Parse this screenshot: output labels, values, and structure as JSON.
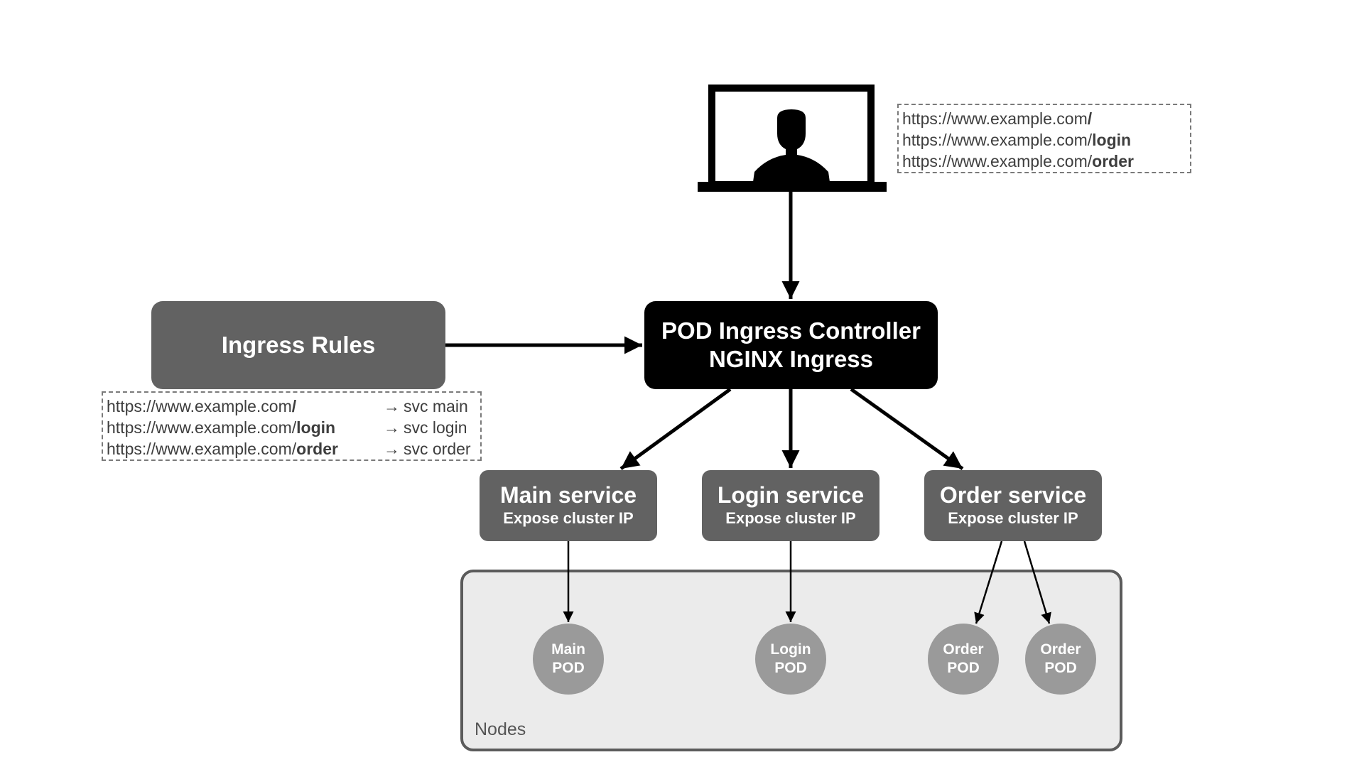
{
  "client": {
    "icon": "laptop-user-icon",
    "urls": [
      {
        "base": "https://www.example.com",
        "path": "/"
      },
      {
        "base": "https://www.example.com/",
        "path": "login"
      },
      {
        "base": "https://www.example.com/",
        "path": "order"
      }
    ]
  },
  "ingress_rules": {
    "label": "Ingress Rules",
    "rows": [
      {
        "base": "https://www.example.com",
        "path": "/",
        "arrow": "→",
        "target": "svc main"
      },
      {
        "base": "https://www.example.com/",
        "path": "login",
        "arrow": "→",
        "target": "svc login"
      },
      {
        "base": "https://www.example.com/",
        "path": "order",
        "arrow": "→",
        "target": "svc order"
      }
    ]
  },
  "controller": {
    "line1": "POD Ingress Controller",
    "line2": "NGINX Ingress"
  },
  "services": [
    {
      "title": "Main service",
      "subtitle": "Expose cluster IP"
    },
    {
      "title": "Login service",
      "subtitle": "Expose cluster IP"
    },
    {
      "title": "Order service",
      "subtitle": "Expose cluster IP"
    }
  ],
  "pods": [
    {
      "line1": "Main",
      "line2": "POD"
    },
    {
      "line1": "Login",
      "line2": "POD"
    },
    {
      "line1": "Order",
      "line2": "POD"
    },
    {
      "line1": "Order",
      "line2": "POD"
    }
  ],
  "nodes": {
    "label": "Nodes"
  },
  "colors": {
    "controller_fill": "#000000",
    "box_fill": "#626262",
    "pod_fill": "#9a9a9a",
    "nodes_fill": "#ebebeb"
  }
}
